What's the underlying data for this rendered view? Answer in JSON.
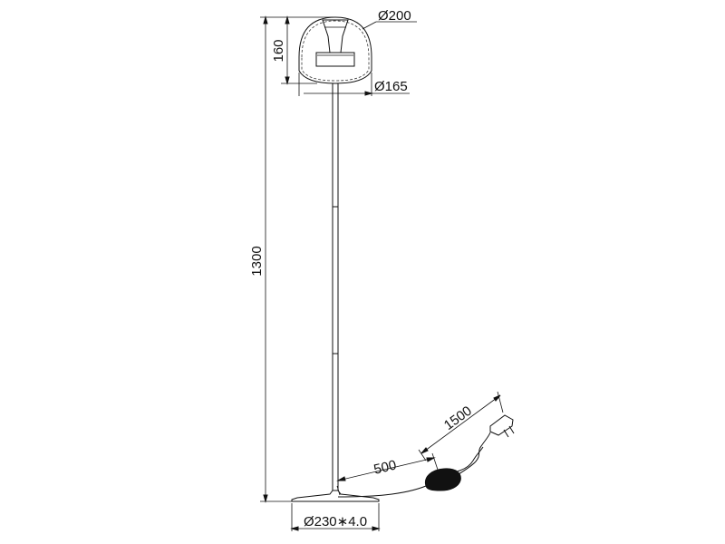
{
  "dimensions": {
    "shade_diameter": "Ø200",
    "shade_height": "160",
    "shade_bottom_diameter": "Ø165",
    "total_height": "1300",
    "switch_cable_length": "500",
    "plug_cable_length": "1500",
    "base_spec": "Ø230∗4.0"
  }
}
